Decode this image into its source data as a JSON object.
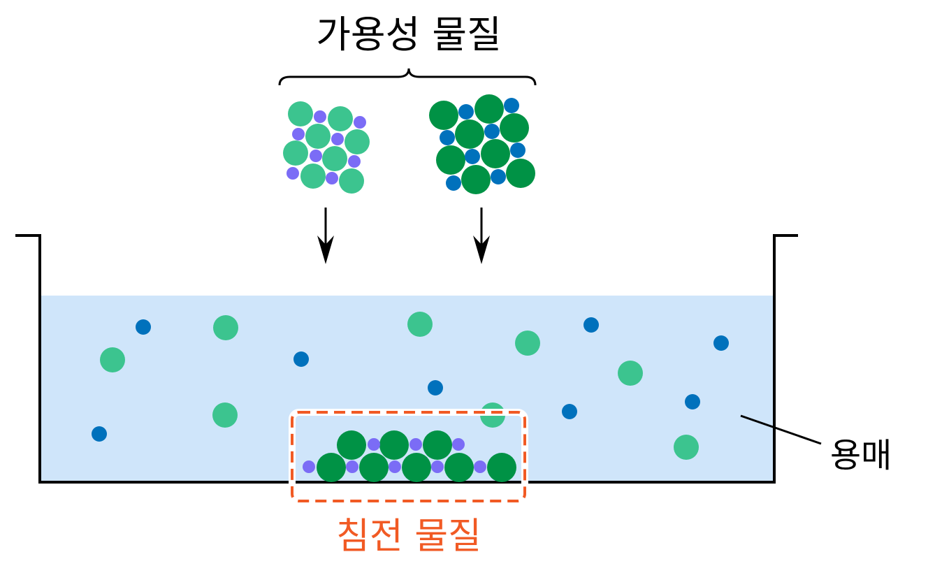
{
  "title": "가용성 물질",
  "solvent_label": "용매",
  "precipitate_label": "침전 물질",
  "colors": {
    "light_green": "#3cc48f",
    "dark_green": "#009245",
    "purple": "#7b6cf6",
    "blue": "#0071bc",
    "water": "#cfe5fa",
    "precipitate_outline": "#f15a24",
    "line": "#000000"
  }
}
